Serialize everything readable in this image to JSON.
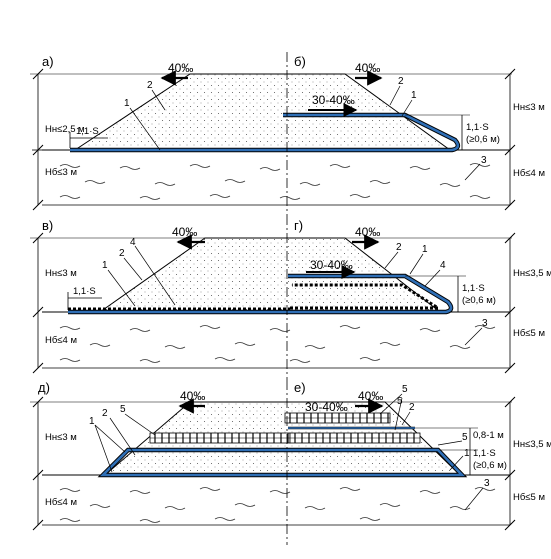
{
  "panels": {
    "a": "а)",
    "b": "б)",
    "v": "в)",
    "g": "г)",
    "d": "д)",
    "e": "е)"
  },
  "slopes": {
    "top_a": "40‰",
    "top_b": "40‰",
    "top_v": "40‰",
    "top_g": "40‰",
    "top_d": "40‰",
    "top_e": "40‰",
    "inner_b": "30-40‰",
    "inner_g": "30-40‰",
    "inner_e": "30-40‰"
  },
  "dims": {
    "hn_a": "Hн≤2,5 м",
    "hn_b": "Hн≤3 м",
    "hb_ab_left": "Hб≤3 м",
    "hb_ab_right": "Hб≤4 м",
    "s_a": "1,1·S",
    "s_b1": "1,1·S",
    "s_b2": "(≥0,6 м)",
    "hn_v": "Hн≤3 м",
    "hn_g": "Hн≤3,5 м",
    "hb_v": "Hб≤4 м",
    "hb_g": "Hб≤5 м",
    "s_v": "1,1·S",
    "s_g1": "1,1·S",
    "s_g2": "(≥0,6 м)",
    "hn_d": "Hн≤3 м",
    "hn_e": "Hн≤3,5 м",
    "hb_d": "Hб≤4 м",
    "hb_e": "Hб≤5 м",
    "gap_e": "0,8-1 м",
    "s_e1": "1,1·S",
    "s_e2": "(≥0,6 м)"
  },
  "callouts": [
    "1",
    "2",
    "3",
    "4",
    "5"
  ],
  "colors": {
    "geotextile": "#2f6fb6",
    "line": "#000000",
    "fill": "#ffffff"
  }
}
